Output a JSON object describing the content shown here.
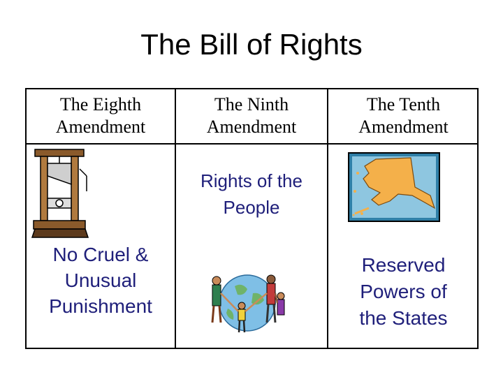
{
  "slide": {
    "title": "The Bill of Rights",
    "columns": [
      {
        "header_line1": "The Eighth",
        "header_line2": "Amendment",
        "body_lines": [
          "No Cruel &",
          "Unusual",
          "Punishment"
        ],
        "picture": "guillotine-icon"
      },
      {
        "header_line1": "The Ninth",
        "header_line2": "Amendment",
        "body_lines": [
          "Rights of the",
          "People"
        ],
        "picture": "people-around-globe-icon"
      },
      {
        "header_line1": "The Tenth",
        "header_line2": "Amendment",
        "body_lines": [
          "Reserved",
          "Powers of",
          "the States"
        ],
        "picture": "alaska-map-icon"
      }
    ],
    "colors": {
      "body_text": "#1f1f7a",
      "border": "#000000",
      "map_land": "#f4b04a",
      "map_water": "#2f7fa7"
    }
  }
}
